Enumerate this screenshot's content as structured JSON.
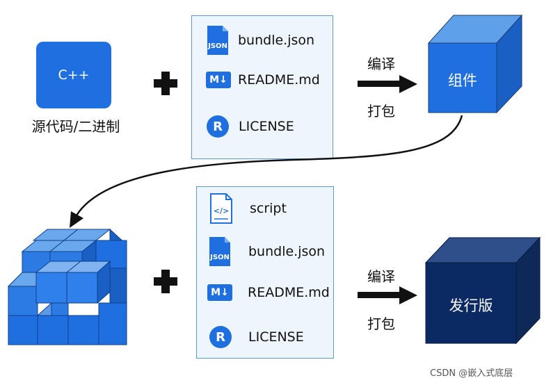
{
  "source": {
    "code_label": "C++",
    "caption": "源代码/二进制"
  },
  "top_panel": {
    "files": [
      {
        "icon": "json-file-icon",
        "icon_text": "JSON",
        "label": "bundle.json"
      },
      {
        "icon": "markdown-icon",
        "icon_text": "M↓",
        "label": "README.md"
      },
      {
        "icon": "license-r-icon",
        "icon_text": "R",
        "label": "LICENSE"
      }
    ]
  },
  "top_arrow": {
    "above": "编译",
    "below": "打包"
  },
  "component_cube": {
    "label": "组件",
    "color": "#1f6fe0"
  },
  "bottom_panel": {
    "files": [
      {
        "icon": "script-code-icon",
        "icon_text": "</>",
        "label": "script"
      },
      {
        "icon": "json-file-icon",
        "icon_text": "JSON",
        "label": "bundle.json"
      },
      {
        "icon": "markdown-icon",
        "icon_text": "M↓",
        "label": "README.md"
      },
      {
        "icon": "license-r-icon",
        "icon_text": "R",
        "label": "LICENSE"
      }
    ]
  },
  "bottom_arrow": {
    "above": "编译",
    "below": "打包"
  },
  "release_cube": {
    "label": "发行版",
    "color": "#0b2a63"
  },
  "watermark": "CSDN @嵌入式底层",
  "colors": {
    "accent": "#1f6fe0",
    "panel_bg": "#eef5fd",
    "panel_border": "#5b9bd5"
  }
}
